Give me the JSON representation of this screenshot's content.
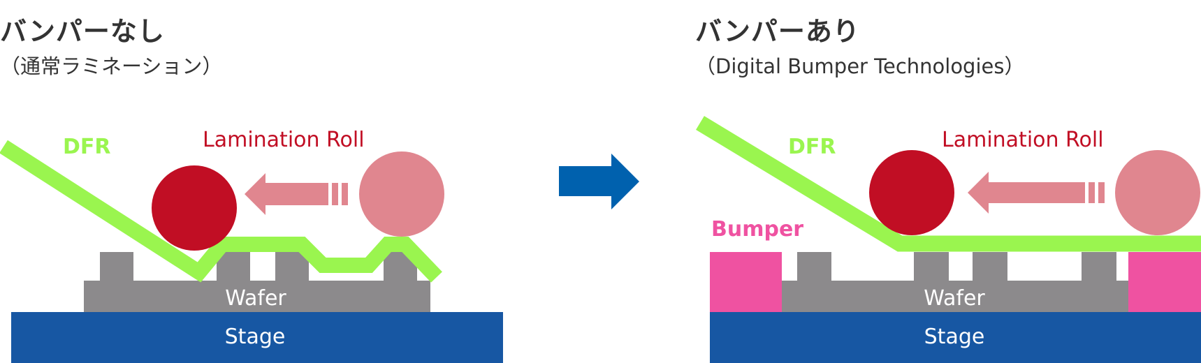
{
  "left_panel": {
    "title": "バンパーなし",
    "subtitle": "（通常ラミネーション）",
    "labels": {
      "dfr": "DFR",
      "roll": "Lamination Roll",
      "wafer": "Wafer",
      "stage": "Stage"
    }
  },
  "right_panel": {
    "title": "バンパーあり",
    "subtitle": "（Digital Bumper Technologies）",
    "labels": {
      "dfr": "DFR",
      "roll": "Lamination Roll",
      "bumper": "Bumper",
      "wafer": "Wafer",
      "stage": "Stage"
    }
  },
  "colors": {
    "dfr": "#9af54f",
    "roll_active": "#c10e24",
    "roll_start": "#e0868f",
    "wafer": "#8c8a8c",
    "stage": "#1757a3",
    "bumper": "#ef52a1",
    "transition_arrow": "#0061ae",
    "text": "#333333"
  }
}
